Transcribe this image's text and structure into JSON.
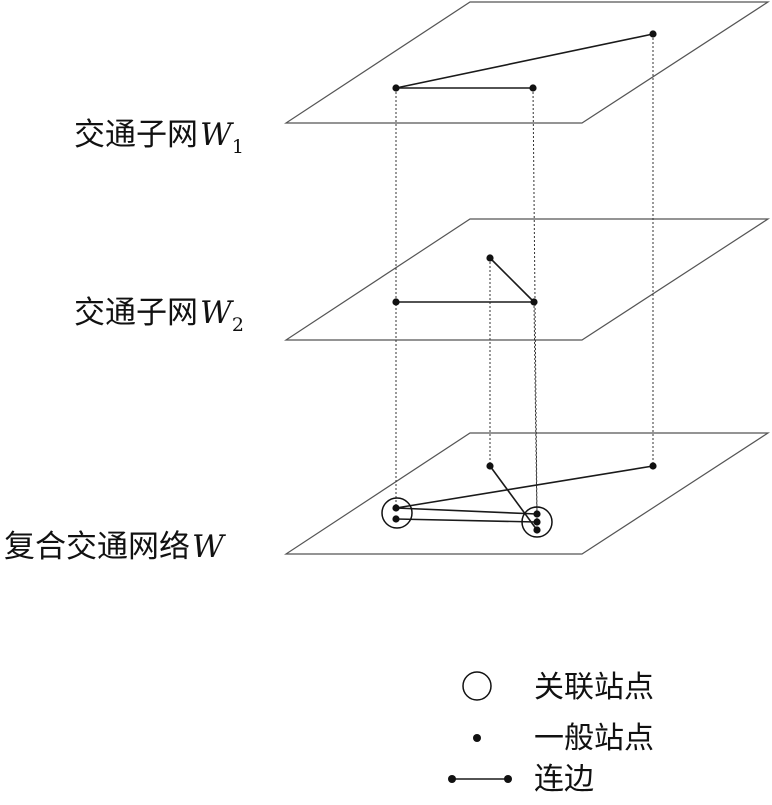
{
  "diagram": {
    "layers": [
      {
        "label_prefix": "交通子网",
        "label_symbol": "W",
        "label_subscript": "1"
      },
      {
        "label_prefix": "交通子网",
        "label_symbol": "W",
        "label_subscript": "2"
      },
      {
        "label_prefix": "复合交通网络",
        "label_symbol": "W",
        "label_subscript": ""
      }
    ]
  },
  "legend": {
    "items": [
      {
        "label": "关联站点",
        "icon": "circle-outline-icon"
      },
      {
        "label": "一般站点",
        "icon": "dot-icon"
      },
      {
        "label": "连边",
        "icon": "edge-line-icon"
      }
    ]
  },
  "colors": {
    "ink": "#111111",
    "plane_stroke": "#555555",
    "background": "#ffffff"
  }
}
